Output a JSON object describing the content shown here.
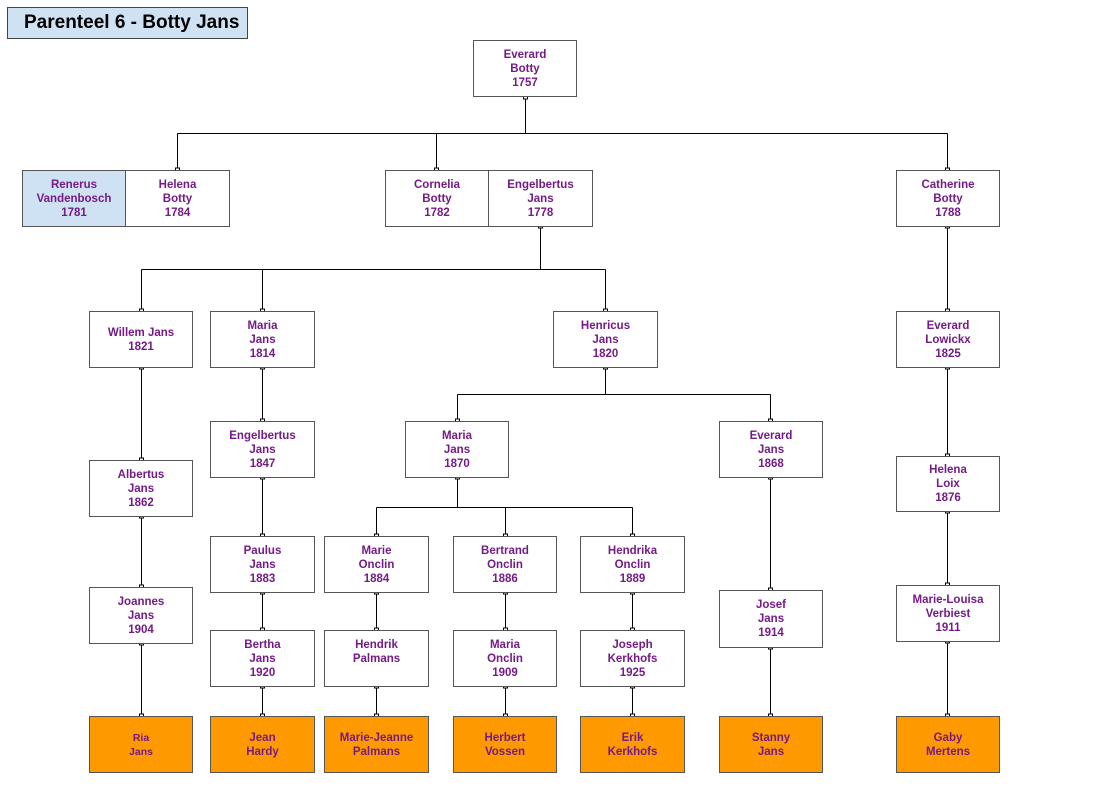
{
  "title": "Parenteel 6 - Botty Jans",
  "colors": {
    "person": "#741b87",
    "spouse_bg": "#cfe2f3",
    "leaf_bg": "#ff9900",
    "line": "#000000"
  },
  "persons": {
    "everard_botty": {
      "first": "Everard",
      "last": "Botty",
      "year": "1757"
    },
    "renerus": {
      "first": "Renerus",
      "last": "Vandenbosch",
      "year": "1781"
    },
    "helena_botty": {
      "first": "Helena",
      "last": "Botty",
      "year": "1784"
    },
    "cornelia_botty": {
      "first": "Cornelia",
      "last": "Botty",
      "year": "1782"
    },
    "engelbertus_1778": {
      "first": "Engelbertus",
      "last": "Jans",
      "year": "1778"
    },
    "catherine_botty": {
      "first": "Catherine",
      "last": "Botty",
      "year": "1788"
    },
    "willem_jans": {
      "first": "Willem Jans",
      "year": "1821"
    },
    "maria_jans_1814": {
      "first": "Maria",
      "last": "Jans",
      "year": "1814"
    },
    "henricus_jans": {
      "first": "Henricus",
      "last": "Jans",
      "year": "1820"
    },
    "everard_lowickx": {
      "first": "Everard",
      "last": "Lowickx",
      "year": "1825"
    },
    "engelbertus_1847": {
      "first": "Engelbertus",
      "last": "Jans",
      "year": "1847"
    },
    "maria_jans_1870": {
      "first": "Maria",
      "last": "Jans",
      "year": "1870"
    },
    "everard_jans_1868": {
      "first": "Everard",
      "last": "Jans",
      "year": "1868"
    },
    "albertus_jans": {
      "first": "Albertus",
      "last": "Jans",
      "year": "1862"
    },
    "helena_loix": {
      "first": "Helena",
      "last": "Loix",
      "year": "1876"
    },
    "paulus_jans": {
      "first": "Paulus",
      "last": "Jans",
      "year": "1883"
    },
    "marie_onclin": {
      "first": "Marie",
      "last": "Onclin",
      "year": "1884"
    },
    "bertrand_onclin": {
      "first": "Bertrand",
      "last": "Onclin",
      "year": "1886"
    },
    "hendrika_onclin": {
      "first": "Hendrika",
      "last": "Onclin",
      "year": "1889"
    },
    "joannes_jans": {
      "first": "Joannes",
      "last": "Jans",
      "year": "1904"
    },
    "josef_jans": {
      "first": "Josef",
      "last": "Jans",
      "year": "1914"
    },
    "marie_louisa": {
      "first": "Marie-Louisa",
      "last": "Verbiest",
      "year": "1911"
    },
    "bertha_jans": {
      "first": "Bertha",
      "last": "Jans",
      "year": "1920"
    },
    "hendrik_palmans": {
      "first": "Hendrik",
      "last": "Palmans"
    },
    "maria_onclin": {
      "first": "Maria",
      "last": "Onclin",
      "year": "1909"
    },
    "joseph_kerkhofs": {
      "first": "Joseph",
      "last": "Kerkhofs",
      "year": "1925"
    },
    "ria_jans": {
      "first": "Ria",
      "last": "Jans"
    },
    "jean_hardy": {
      "first": "Jean",
      "last": "Hardy"
    },
    "marie_jeanne": {
      "first": "Marie-Jeanne",
      "last": "Palmans"
    },
    "herbert_vossen": {
      "first": "Herbert",
      "last": "Vossen"
    },
    "erik_kerkhofs": {
      "first": "Erik",
      "last": "Kerkhofs"
    },
    "stanny_jans": {
      "first": "Stanny",
      "last": "Jans"
    },
    "gaby_mertens": {
      "first": "Gaby",
      "last": "Mertens"
    }
  }
}
